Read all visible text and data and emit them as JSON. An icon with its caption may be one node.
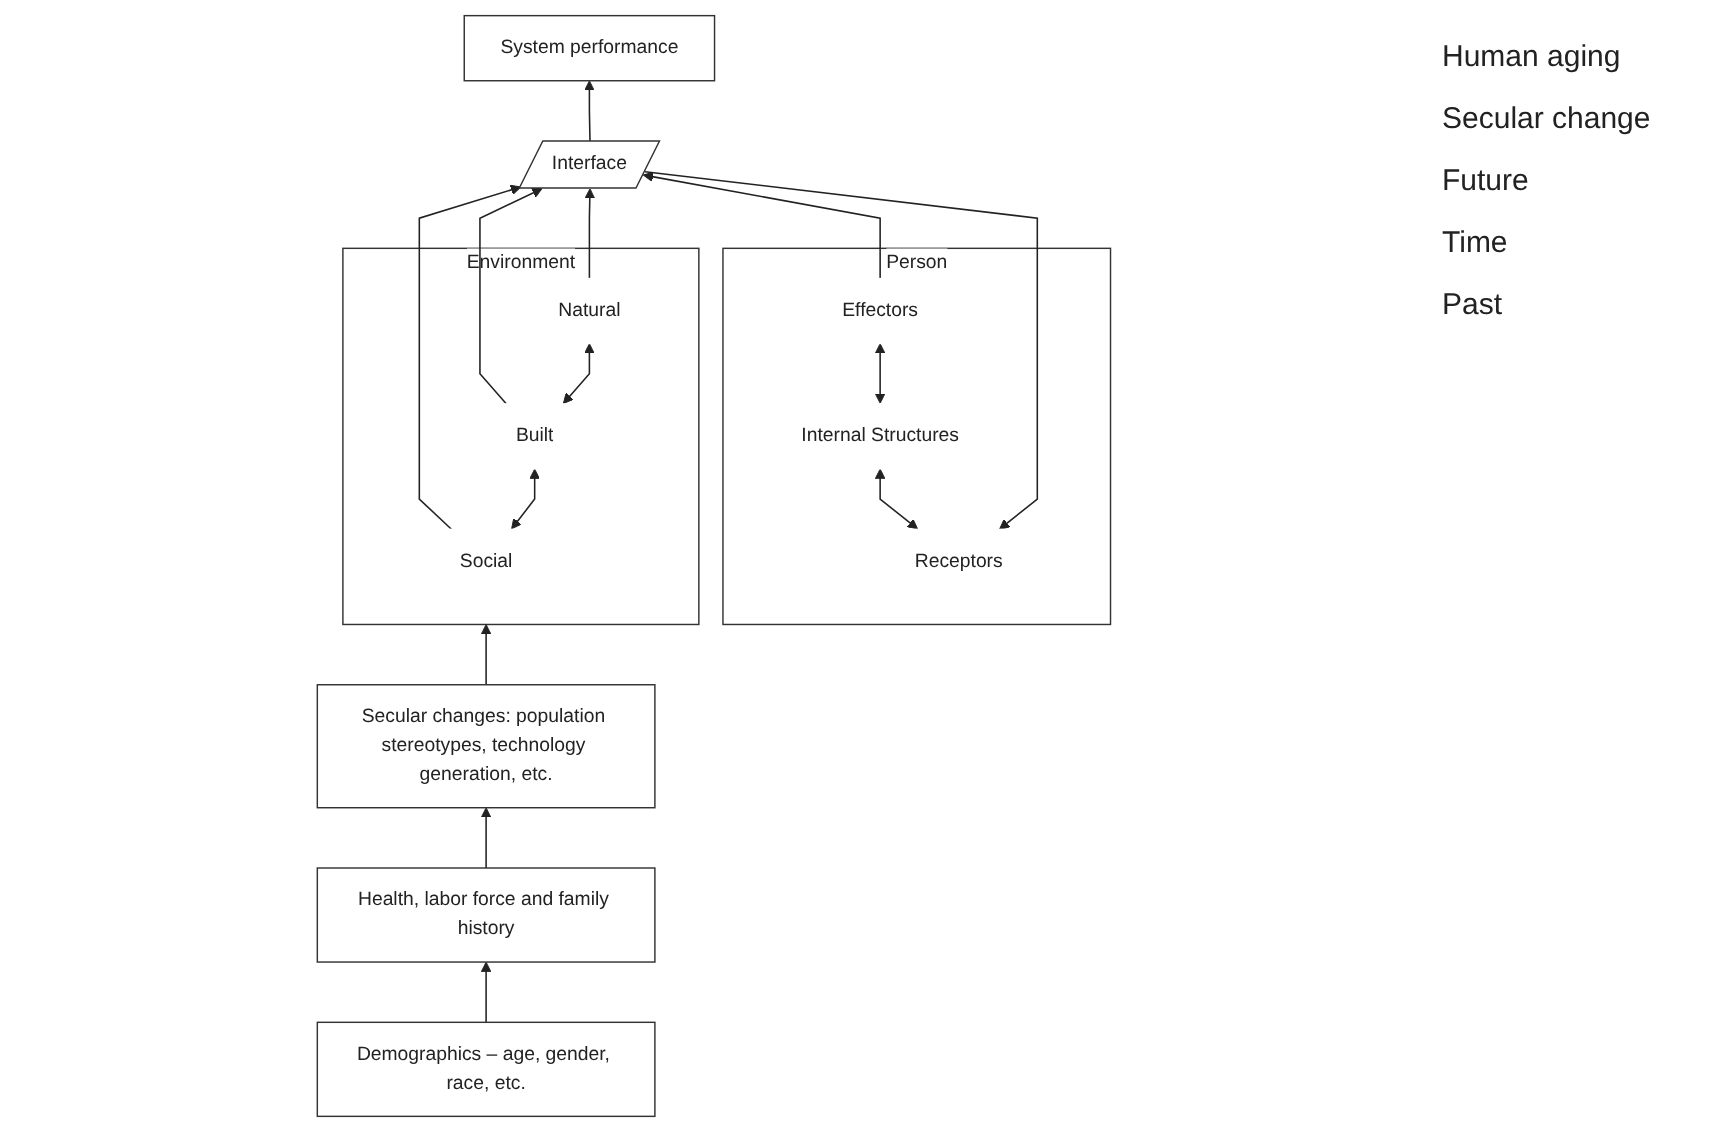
{
  "diagram": {
    "nodes": [
      {
        "text": [
          "Person"
        ]
      },
      {
        "text": [
          "Receptors"
        ],
        "in": 0
      },
      {
        "text": [
          "Internal Structures"
        ],
        "in": 0
      },
      {
        "text": [
          "Effectors"
        ],
        "in": 0
      },
      {
        "text": [
          "Interface"
        ]
      },
      {
        "text": [
          "Environment"
        ]
      },
      {
        "text": [
          "Social"
        ],
        "in": 5
      },
      {
        "text": [
          "Built"
        ],
        "in": 5
      },
      {
        "text": [
          "Natural"
        ],
        "in": 5
      },
      {
        "text": [
          "System performance"
        ]
      },
      {
        "text": [
          "Secular changes: population stereotypes, technology generation, etc."
        ]
      },
      {
        "text": [
          "Health, labor force and family history"
        ]
      },
      {
        "text": [
          "Demographics – age, gender, race, etc."
        ]
      }
    ],
    "edges": [
      {
        "from": 1,
        "to": 2,
        "arrow": "both"
      },
      {
        "from": 2,
        "to": 3,
        "arrow": "both"
      },
      {
        "from": 4,
        "to": 1,
        "arrow": "to"
      },
      {
        "from": 3,
        "to": 4,
        "arrow": "to"
      },
      {
        "from": 4,
        "to": 9,
        "arrow": "to"
      },
      {
        "from": 6,
        "to": 4,
        "arrow": "to"
      },
      {
        "from": 7,
        "to": 4,
        "arrow": "to"
      },
      {
        "from": 8,
        "to": 4,
        "arrow": "to"
      },
      {
        "from": 6,
        "to": 7,
        "arrow": "both"
      },
      {
        "from": 7,
        "to": 8,
        "arrow": "both"
      },
      {
        "from": 10,
        "to": 5,
        "arrow": "to"
      },
      {
        "from": 11,
        "to": 10,
        "arrow": "to"
      },
      {
        "from": 12,
        "to": 11,
        "arrow": "to"
      }
    ],
    "labels": [
      "Human aging",
      "Secular change",
      "Future",
      "Time",
      "Past"
    ]
  }
}
